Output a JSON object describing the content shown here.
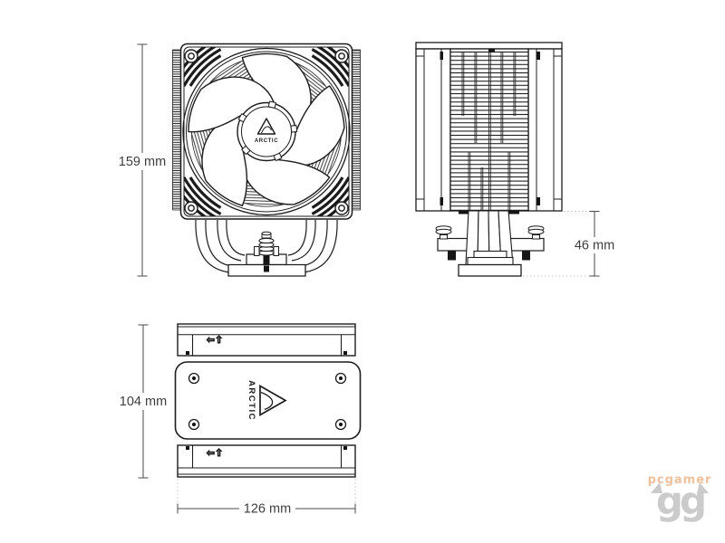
{
  "diagram": {
    "brand": "ARCTIC",
    "dimensions": {
      "front_height": "159 mm",
      "side_clearance": "46 mm",
      "top_depth": "104 mm",
      "top_width": "126 mm"
    },
    "top_view": {
      "fan_direction_icons": "⇦⇧"
    },
    "colors": {
      "line": "#1c1c1c",
      "dimension_line": "#4a4a4a",
      "dimension_text": "#3d3d3d",
      "extension_dotted": "#c4c4c4",
      "background": "#ffffff"
    }
  },
  "watermark": {
    "monogram": "gg",
    "label": "pcgamer",
    "monogram_color": "#cbcbcb",
    "label_color": "#eec09c"
  }
}
